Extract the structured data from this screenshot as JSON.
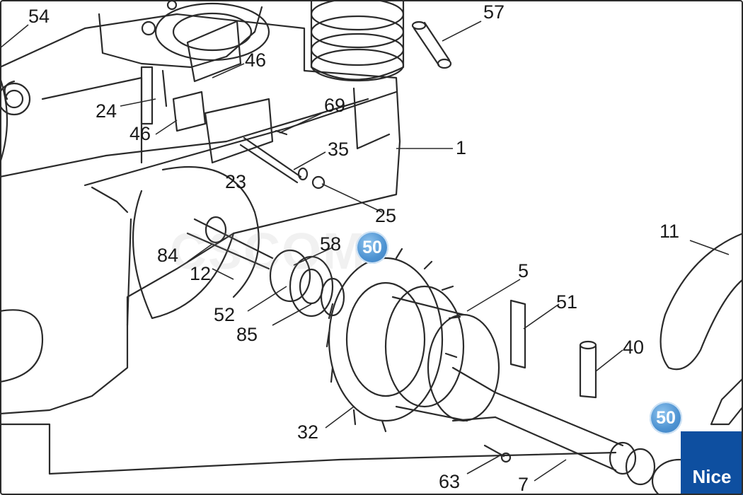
{
  "callouts": [
    {
      "id": "54",
      "label": "54"
    },
    {
      "id": "57",
      "label": "57"
    },
    {
      "id": "46a",
      "label": "46"
    },
    {
      "id": "24",
      "label": "24"
    },
    {
      "id": "46b",
      "label": "46"
    },
    {
      "id": "69",
      "label": "69"
    },
    {
      "id": "35",
      "label": "35"
    },
    {
      "id": "1",
      "label": "1"
    },
    {
      "id": "23",
      "label": "23"
    },
    {
      "id": "25",
      "label": "25"
    },
    {
      "id": "58",
      "label": "58"
    },
    {
      "id": "84",
      "label": "84"
    },
    {
      "id": "12",
      "label": "12"
    },
    {
      "id": "5",
      "label": "5"
    },
    {
      "id": "11",
      "label": "11"
    },
    {
      "id": "51",
      "label": "51"
    },
    {
      "id": "52",
      "label": "52"
    },
    {
      "id": "85",
      "label": "85"
    },
    {
      "id": "40",
      "label": "40"
    },
    {
      "id": "32",
      "label": "32"
    },
    {
      "id": "63",
      "label": "63"
    },
    {
      "id": "7",
      "label": "7"
    }
  ],
  "badges": [
    {
      "id": "badge-50-a",
      "label": "50"
    },
    {
      "id": "badge-50-b",
      "label": "50"
    }
  ],
  "watermark": "CSCOM",
  "brand": {
    "text": "Nice",
    "color": "#0e4fa0"
  },
  "colors": {
    "line": "#2b2b2b",
    "badge": "#4e93d2"
  }
}
